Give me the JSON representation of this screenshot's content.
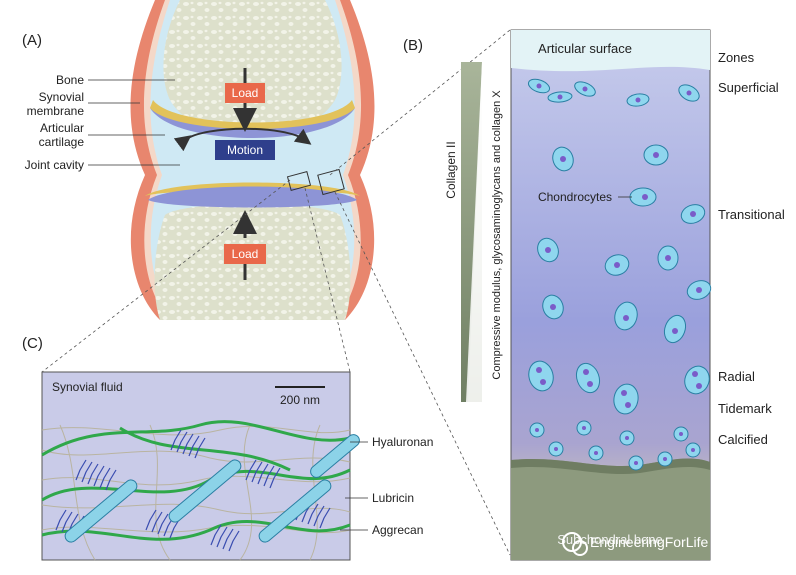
{
  "panels": {
    "a": "(A)",
    "b": "(B)",
    "c": "(C)"
  },
  "joint": {
    "labels": {
      "bone": "Bone",
      "synovial_1": "Synovial",
      "synovial_2": "membrane",
      "cartilage_1": "Articular",
      "cartilage_2": "cartilage",
      "cavity": "Joint cavity"
    },
    "load_top": "Load",
    "load_bottom": "Load",
    "motion": "Motion"
  },
  "zones": {
    "header": "Zones",
    "articular_surface": "Articular surface",
    "superficial": "Superficial",
    "transitional": "Transitional",
    "radial": "Radial",
    "tidemark": "Tidemark",
    "calcified": "Calcified",
    "subchondral": "Subchondral bone",
    "chondrocytes": "Chondrocytes",
    "gradient_1": "Collagen II",
    "gradient_2": "Compressive modulus, glycosaminoglycans and collagen X"
  },
  "fluid": {
    "title": "Synovial fluid",
    "scale": "200 nm",
    "hyaluronan": "Hyaluronan",
    "lubricin": "Lubricin",
    "aggrecan": "Aggrecan"
  },
  "watermark": "EngineeringForLife",
  "colors": {
    "bone": "#d9dcc6",
    "cartilage": "#8d94d6",
    "cavity": "#cfe9f4",
    "synovium": "#e8866e",
    "load_box": "#e9684a",
    "motion_box": "#2f3f8c",
    "hyaluronan": "#2fa84a",
    "lubricin": "#8cd3e8",
    "aggrecan": "#3a4db0"
  }
}
